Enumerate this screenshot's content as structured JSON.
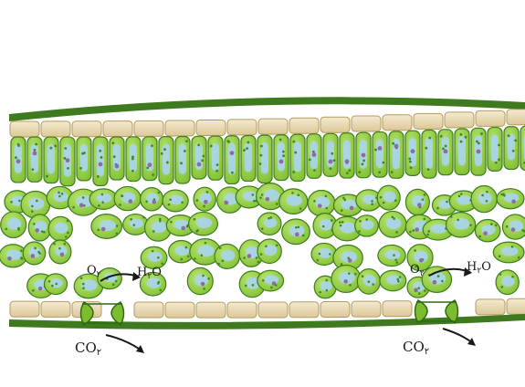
{
  "labels": {
    "o2_left": {
      "base": "O",
      "sub": "٢"
    },
    "h2o_left": {
      "pre": "H",
      "sub": "٢",
      "post": "O"
    },
    "co2_left": {
      "base": "CO",
      "sub": "٢"
    },
    "o2_right": {
      "base": "O",
      "sub": "٢"
    },
    "h2o_right": {
      "pre": "H",
      "sub": "٢",
      "post": "O"
    },
    "co2_right": {
      "base": "CO",
      "sub": "٢"
    }
  },
  "colors": {
    "background": "#ffffff",
    "cuticle": "#3f7a1f",
    "epidermis": "#ebdcae",
    "epidermis_edge": "#b49a5e",
    "cell_fill": "#9ed64b",
    "cell_edge": "#3e7d1a",
    "vacuole": "#a9d4ef",
    "chloroplast": "#3f8a22",
    "nucleus": "#8f6aa6",
    "arrow": "#1a1a1a"
  }
}
